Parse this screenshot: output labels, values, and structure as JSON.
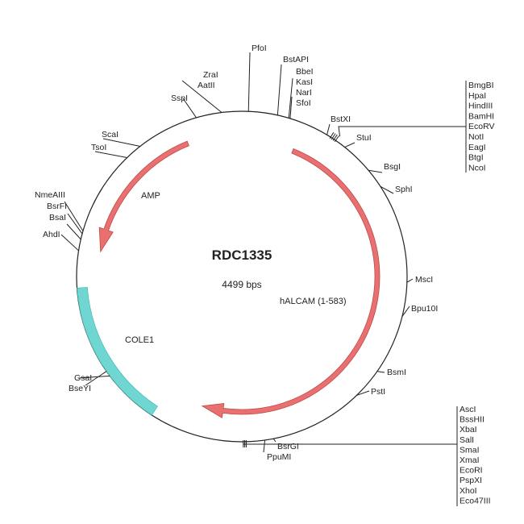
{
  "plasmid": {
    "name": "RDC1335",
    "size_label": "4499 bps"
  },
  "colors": {
    "gene_arrow": "#e87070",
    "origin": "#6fd6d2",
    "backbone": "#222222"
  },
  "features": [
    {
      "label": "AMP",
      "type": "gene"
    },
    {
      "label": "hALCAM (1-583)",
      "type": "gene"
    },
    {
      "label": "COLE1",
      "type": "origin"
    }
  ],
  "sites": {
    "pfoi": "PfoI",
    "bstapi": "BstAPI",
    "bbei": "BbeI",
    "kasi": "KasI",
    "nari": "NarI",
    "sfoi": "SfoI",
    "bstxi": "BstXI",
    "stui": "StuI",
    "bsgi": "BsgI",
    "sphi": "SphI",
    "msci": "MscI",
    "bpu10i": "Bpu10I",
    "bsmi": "BsmI",
    "psti": "PstI",
    "bsrgi": "BsrGI",
    "ppumi": "PpuMI",
    "gsai": "GsaI",
    "bseyi": "BseYI",
    "ahdi": "AhdI",
    "bsai": "BsaI",
    "bsrfi": "BsrFI",
    "nmeaiii": "NmeAIII",
    "tsoi": "TsoI",
    "scai": "ScaI",
    "sspi": "SspI",
    "aatii": "AatII",
    "zrai": "ZraI"
  },
  "top_cluster": [
    "BmgBI",
    "HpaI",
    "HindIII",
    "BamHI",
    "EcoRV",
    "NotI",
    "EagI",
    "BtgI",
    "NcoI"
  ],
  "bottom_cluster": [
    "AscI",
    "BssHII",
    "XbaI",
    "SalI",
    "SmaI",
    "XmaI",
    "EcoRI",
    "PspXI",
    "XhoI",
    "Eco47III"
  ]
}
